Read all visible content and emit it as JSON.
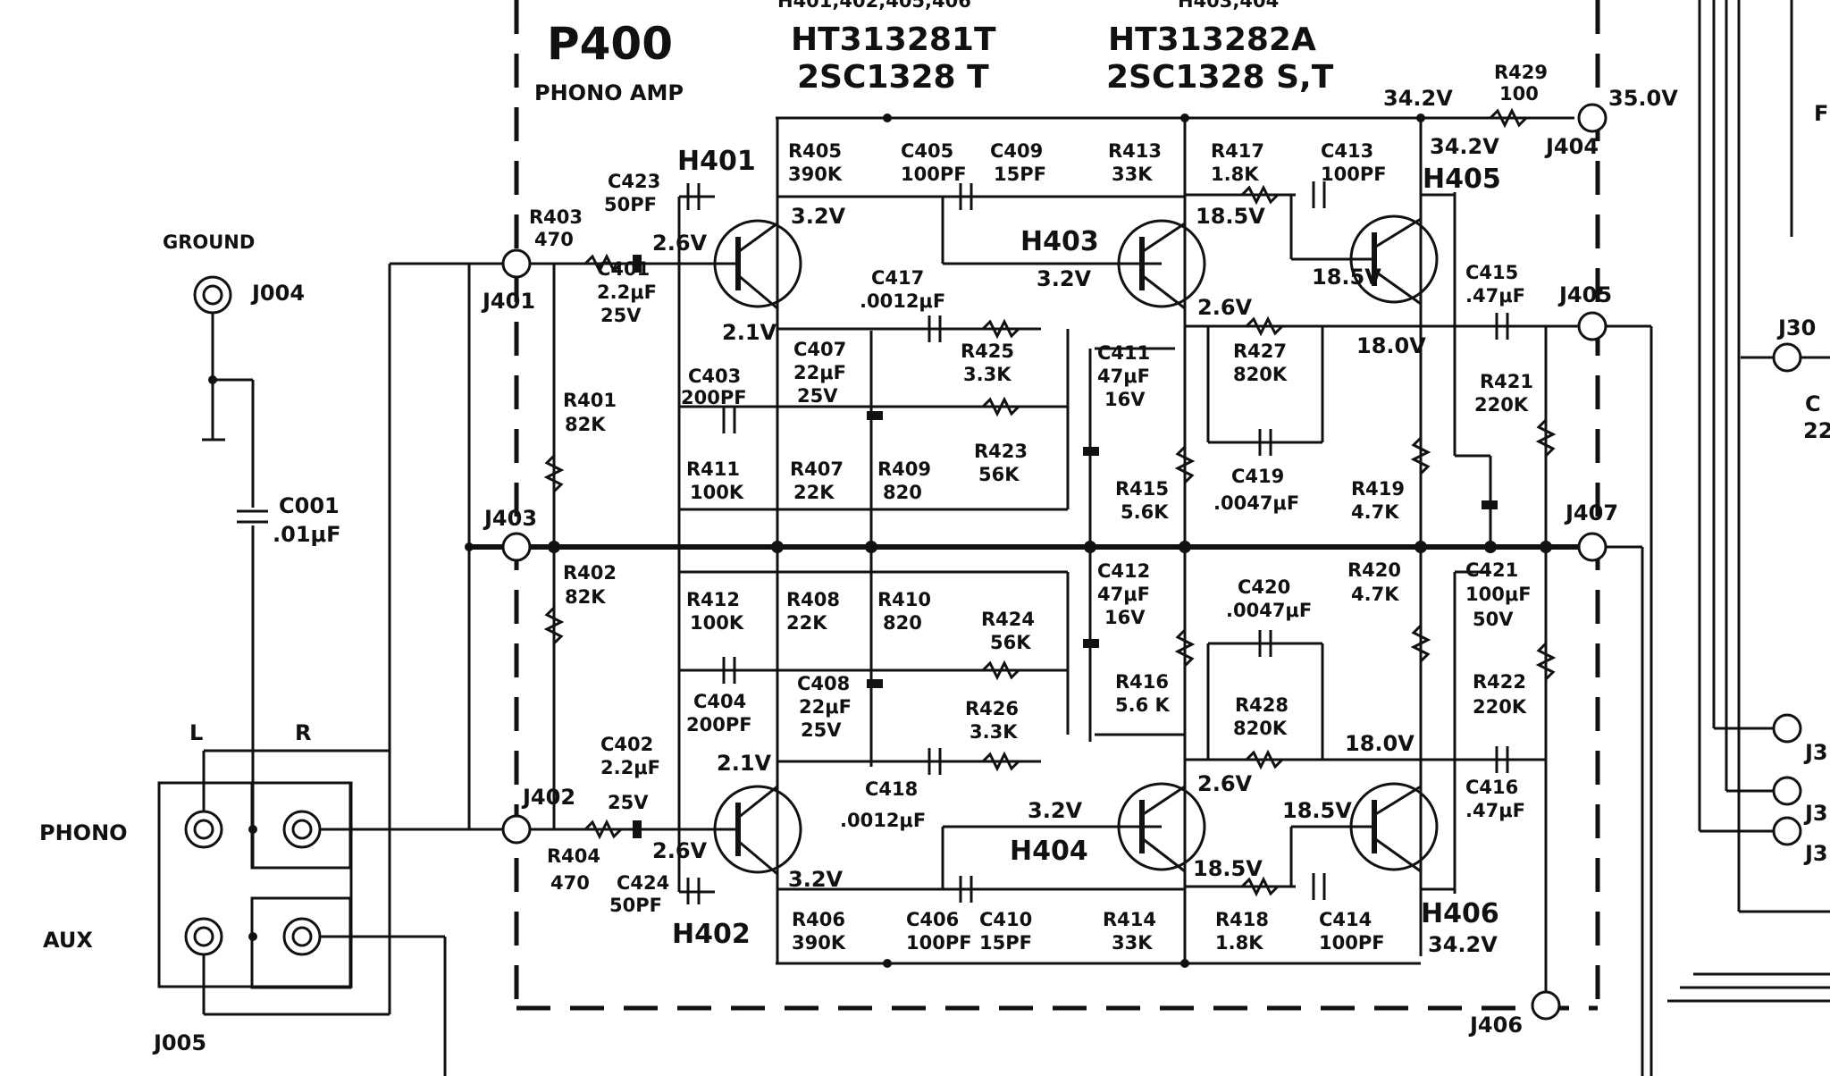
{
  "colors": {
    "ink": "#111111",
    "paper": "#ffffff"
  },
  "header": {
    "title": "P400",
    "subtitle": "PHONO AMP",
    "partial_top_left": "H401,402,405,406",
    "partial_top_right": "H403,404",
    "type_a_line1": "HT313281T",
    "type_a_line2": "2SC1328 T",
    "type_b_line1": "HT313282A",
    "type_b_line2": "2SC1328 S,T"
  },
  "left": {
    "ground_label": "GROUND",
    "j004": "J004",
    "c001_name": "C001",
    "c001_value": ".01μF",
    "col_l": "L",
    "col_r": "R",
    "phono": "PHONO",
    "aux": "AUX",
    "j005": "J005"
  },
  "jacks": {
    "j401": "J401",
    "j402": "J402",
    "j403": "J403",
    "j404": "J404",
    "j405": "J405",
    "j406": "J406",
    "j407": "J407"
  },
  "voltages": {
    "v34_2_top": "34.2V",
    "v35_0": "35.0V",
    "v34_2_h405": "34.2V",
    "v3_2_h401c": "3.2V",
    "v2_6_h401b": "2.6V",
    "v2_1_h401e": "2.1V",
    "v18_5_h403c": "18.5V",
    "v3_2_h403b": "3.2V",
    "v2_6_h403e": "2.6V",
    "v18_5_h405b": "18.5V",
    "v18_0_h405e": "18.0V",
    "v2_1_h402e": "2.1V",
    "v2_6_h402b": "2.6V",
    "v3_2_h402c": "3.2V",
    "v3_2_h404b": "3.2V",
    "v2_6_h404e": "2.6V",
    "v18_5_h404c": "18.5V",
    "v18_5_h406b": "18.5V",
    "v18_0_h406e": "18.0V",
    "v34_2_bottom": "34.2V"
  },
  "transistors": {
    "h401": "H401",
    "h402": "H402",
    "h403": "H403",
    "h404": "H404",
    "h405": "H405",
    "h406": "H406"
  },
  "components": {
    "r429": [
      "R429",
      "100"
    ],
    "r405": [
      "R405",
      "390K"
    ],
    "c405": [
      "C405",
      "100PF"
    ],
    "c409": [
      "C409",
      "15PF"
    ],
    "r413": [
      "R413",
      "33K"
    ],
    "r417": [
      "R417",
      "1.8K"
    ],
    "c413": [
      "C413",
      "100PF"
    ],
    "c423": [
      "C423",
      "50PF"
    ],
    "r403": [
      "R403",
      "470"
    ],
    "c401": [
      "C401",
      "2.2μF",
      "25V"
    ],
    "c417": [
      "C417",
      ".0012μF"
    ],
    "c415": [
      "C415",
      ".47μF"
    ],
    "c407": [
      "C407",
      "22μF",
      "25V"
    ],
    "c403": [
      "C403",
      "200PF"
    ],
    "r425": [
      "R425",
      "3.3K"
    ],
    "c411": [
      "C411",
      "47μF",
      "16V"
    ],
    "r427": [
      "R427",
      "820K"
    ],
    "r421": [
      "R421",
      "220K"
    ],
    "r401": [
      "R401",
      "82K"
    ],
    "r423": [
      "R423",
      "56K"
    ],
    "r411": [
      "R411",
      "100K"
    ],
    "r407": [
      "R407",
      "22K"
    ],
    "r409": [
      "R409",
      "820"
    ],
    "r415": [
      "R415",
      "5.6K"
    ],
    "c419": [
      "C419",
      ".0047μF"
    ],
    "r419": [
      "R419",
      "4.7K"
    ],
    "r402": [
      "R402",
      "82K"
    ],
    "c412": [
      "C412",
      "47μF",
      "16V"
    ],
    "c420": [
      "C420",
      ".0047μF"
    ],
    "r420": [
      "R420",
      "4.7K"
    ],
    "c421": [
      "C421",
      "100μF",
      "50V"
    ],
    "r412": [
      "R412",
      "100K"
    ],
    "r408": [
      "R408",
      "22K"
    ],
    "r410": [
      "R410",
      "820"
    ],
    "r424": [
      "R424",
      "56K"
    ],
    "r422": [
      "R422",
      "220K"
    ],
    "c404": [
      "C404",
      "200PF"
    ],
    "c408": [
      "C408",
      "22μF",
      "25V"
    ],
    "r416": [
      "R416",
      "5.6 K"
    ],
    "r426": [
      "R426",
      "3.3K"
    ],
    "r428": [
      "R428",
      "820K"
    ],
    "c402": [
      "C402",
      "2.2μF",
      "25V"
    ],
    "c418": [
      "C418",
      ".0012μF"
    ],
    "c416": [
      "C416",
      ".47μF"
    ],
    "r404": [
      "R404",
      "470"
    ],
    "c424": [
      "C424",
      "50PF"
    ],
    "r406": [
      "R406",
      "390K"
    ],
    "c406": [
      "C406",
      "100PF"
    ],
    "c410": [
      "C410",
      "15PF"
    ],
    "r414": [
      "R414",
      "33K"
    ],
    "r418": [
      "R418",
      "1.8K"
    ],
    "c414": [
      "C414",
      "100PF"
    ]
  },
  "edge_clips": {
    "right_f": "F",
    "right_j30": "J30",
    "right_c": "C",
    "right_22": "22",
    "right_j3_a": "J3",
    "right_j3_b": "J3",
    "right_j3_c": "J3"
  }
}
